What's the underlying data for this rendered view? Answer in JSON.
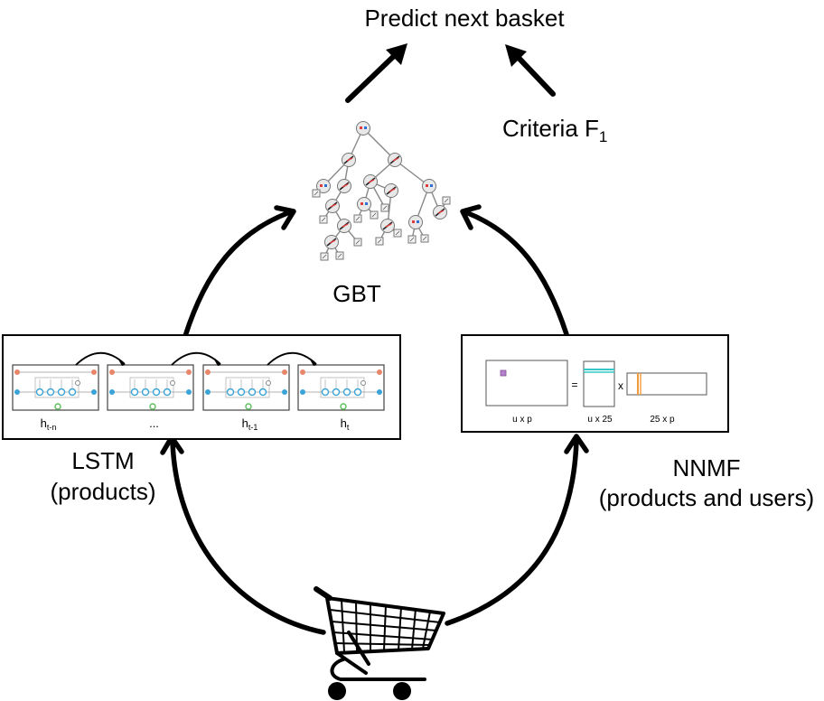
{
  "title": "Predict next basket",
  "criteria": {
    "label": "Criteria F",
    "subscript": "1"
  },
  "gbt": {
    "label": "GBT"
  },
  "lstm": {
    "label_line1": "LSTM",
    "label_line2": "(products)",
    "cells": [
      {
        "h": "h",
        "sub": "t-n"
      },
      {
        "h": "...",
        "sub": ""
      },
      {
        "h": "h",
        "sub": "t-1"
      },
      {
        "h": "h",
        "sub": "t"
      }
    ]
  },
  "nnmf": {
    "label_line1": "NNMF",
    "label_line2": "(products and users)",
    "matrix_labels": [
      "u x p",
      "u x 25",
      "25 x p"
    ],
    "equals": "=",
    "times": "x"
  },
  "colors": {
    "arrow": "#000000",
    "lstm_node_blue": "#3aa3d8",
    "lstm_node_red": "#e8866a",
    "lstm_node_green": "#5cbf5c",
    "nnmf_cell": "#b77fd0",
    "nnmf_row": "#37c7c7",
    "nnmf_col": "#f39b3a",
    "tree_red": "#e23b3b",
    "tree_blue": "#2f6fd6"
  }
}
